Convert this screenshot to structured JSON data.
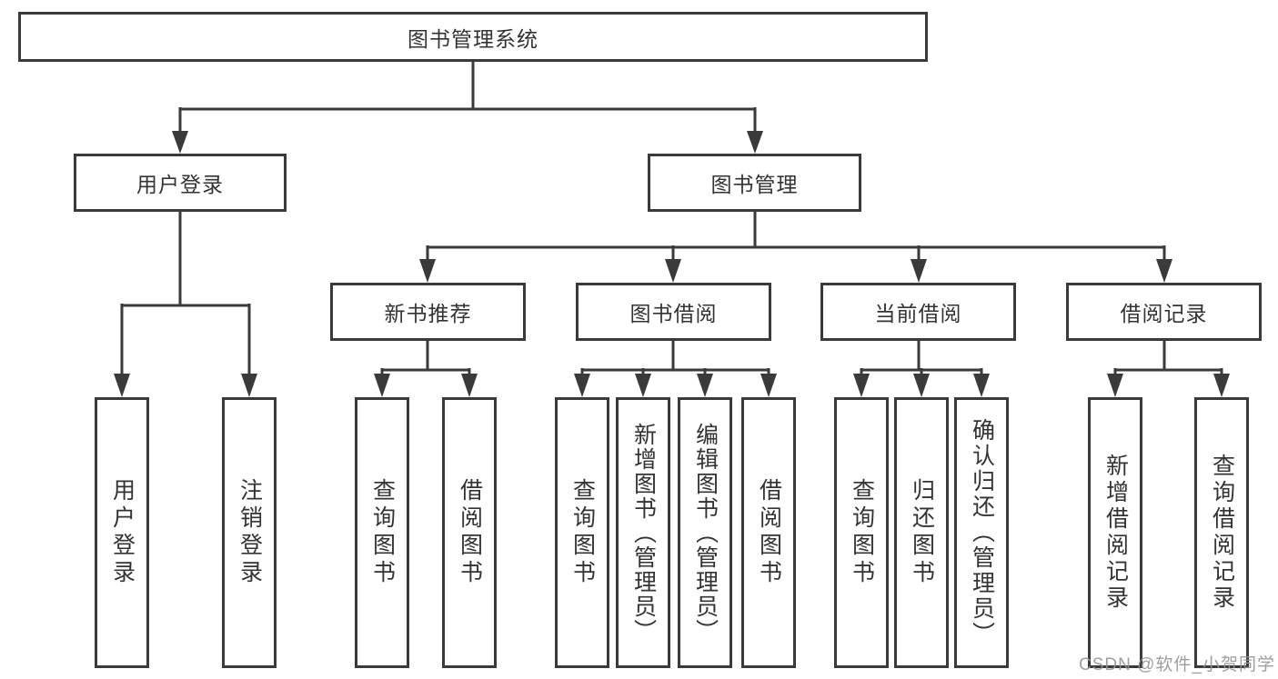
{
  "watermark": "CSDN @软件_小贺同学",
  "colors": {
    "line": "#3a3a3a",
    "box_border": "#3a3a3a",
    "text": "#333333",
    "background": "#ffffff",
    "watermark": "#949494"
  },
  "tree": {
    "root": {
      "label": "图书管理系统",
      "children": [
        {
          "label": "用户登录",
          "children": [
            {
              "label": "用户登录"
            },
            {
              "label": "注销登录"
            }
          ]
        },
        {
          "label": "图书管理",
          "children": [
            {
              "label": "新书推荐",
              "children": [
                {
                  "label": "查询图书"
                },
                {
                  "label": "借阅图书"
                }
              ]
            },
            {
              "label": "图书借阅",
              "children": [
                {
                  "label": "查询图书"
                },
                {
                  "label": "新增图书（管理员）"
                },
                {
                  "label": "编辑图书（管理员）"
                },
                {
                  "label": "借阅图书"
                }
              ]
            },
            {
              "label": "当前借阅",
              "children": [
                {
                  "label": "查询图书"
                },
                {
                  "label": "归还图书"
                },
                {
                  "label": "确认归还（管理员）"
                }
              ]
            },
            {
              "label": "借阅记录",
              "children": [
                {
                  "label": "新增借阅记录"
                },
                {
                  "label": "查询借阅记录"
                }
              ]
            }
          ]
        }
      ]
    }
  }
}
